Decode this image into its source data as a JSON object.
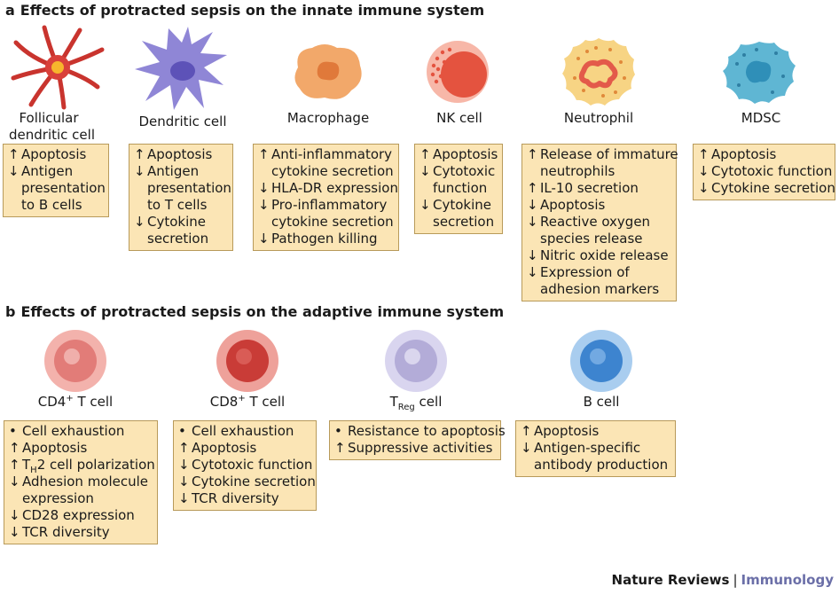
{
  "panel_a": {
    "letter": "a",
    "title": "Effects of protracted sepsis on the innate immune system",
    "cells": [
      {
        "label_lines": [
          "Follicular",
          "dendritic cell"
        ],
        "effects": [
          {
            "sym": "↑",
            "lines": [
              "Apoptosis"
            ]
          },
          {
            "sym": "↓",
            "lines": [
              "Antigen",
              "presentation",
              "to B cells"
            ]
          }
        ]
      },
      {
        "label_lines": [
          "Dendritic cell"
        ],
        "effects": [
          {
            "sym": "↑",
            "lines": [
              "Apoptosis"
            ]
          },
          {
            "sym": "↓",
            "lines": [
              "Antigen",
              "presentation",
              "to T cells"
            ]
          },
          {
            "sym": "↓",
            "lines": [
              "Cytokine",
              "secretion"
            ]
          }
        ]
      },
      {
        "label_lines": [
          "Macrophage"
        ],
        "effects": [
          {
            "sym": "↑",
            "lines": [
              "Anti-inflammatory",
              "cytokine secretion"
            ]
          },
          {
            "sym": "↓",
            "lines": [
              "HLA-DR expression"
            ]
          },
          {
            "sym": "↓",
            "lines": [
              "Pro-inflammatory",
              "cytokine secretion"
            ]
          },
          {
            "sym": "↓",
            "lines": [
              "Pathogen killing"
            ]
          }
        ]
      },
      {
        "label_lines": [
          "NK cell"
        ],
        "effects": [
          {
            "sym": "↑",
            "lines": [
              "Apoptosis"
            ]
          },
          {
            "sym": "↓",
            "lines": [
              "Cytotoxic",
              "function"
            ]
          },
          {
            "sym": "↓",
            "lines": [
              "Cytokine",
              "secretion"
            ]
          }
        ]
      },
      {
        "label_lines": [
          "Neutrophil"
        ],
        "effects": [
          {
            "sym": "↑",
            "lines": [
              "Release of immature",
              "neutrophils"
            ]
          },
          {
            "sym": "↑",
            "lines": [
              "IL-10 secretion"
            ]
          },
          {
            "sym": "↓",
            "lines": [
              "Apoptosis"
            ]
          },
          {
            "sym": "↓",
            "lines": [
              "Reactive oxygen",
              "species release"
            ]
          },
          {
            "sym": "↓",
            "lines": [
              "Nitric oxide release"
            ]
          },
          {
            "sym": "↓",
            "lines": [
              "Expression of",
              "adhesion markers"
            ]
          }
        ]
      },
      {
        "label_lines": [
          "MDSC"
        ],
        "effects": [
          {
            "sym": "↑",
            "lines": [
              "Apoptosis"
            ]
          },
          {
            "sym": "↓",
            "lines": [
              "Cytotoxic function"
            ]
          },
          {
            "sym": "↓",
            "lines": [
              "Cytokine secretion"
            ]
          }
        ]
      }
    ]
  },
  "panel_b": {
    "letter": "b",
    "title": "Effects of protracted sepsis on the adaptive immune system",
    "cells": [
      {
        "label_main": "CD4",
        "label_sup": "+",
        "label_sub": "",
        "label_rest": " T cell",
        "effects": [
          {
            "sym": "•",
            "lines": [
              "Cell exhaustion"
            ]
          },
          {
            "sym": "↑",
            "lines": [
              "Apoptosis"
            ]
          },
          {
            "sym": "↑",
            "lines": [
              "T|H|2 cell polarization"
            ]
          },
          {
            "sym": "↓",
            "lines": [
              "Adhesion molecule",
              "expression"
            ]
          },
          {
            "sym": "↓",
            "lines": [
              "CD28 expression"
            ]
          },
          {
            "sym": "↓",
            "lines": [
              "TCR diversity"
            ]
          }
        ]
      },
      {
        "label_main": "CD8",
        "label_sup": "+",
        "label_sub": "",
        "label_rest": " T cell",
        "effects": [
          {
            "sym": "•",
            "lines": [
              "Cell exhaustion"
            ]
          },
          {
            "sym": "↑",
            "lines": [
              "Apoptosis"
            ]
          },
          {
            "sym": "↓",
            "lines": [
              "Cytotoxic function"
            ]
          },
          {
            "sym": "↓",
            "lines": [
              "Cytokine secretion"
            ]
          },
          {
            "sym": "↓",
            "lines": [
              "TCR diversity"
            ]
          }
        ]
      },
      {
        "label_main": "T",
        "label_sup": "",
        "label_sub": "Reg",
        "label_rest": " cell",
        "effects": [
          {
            "sym": "•",
            "lines": [
              "Resistance to apoptosis"
            ]
          },
          {
            "sym": "↑",
            "lines": [
              "Suppressive activities"
            ]
          }
        ]
      },
      {
        "label_main": "B cell",
        "label_sup": "",
        "label_sub": "",
        "label_rest": "",
        "effects": [
          {
            "sym": "↑",
            "lines": [
              "Apoptosis"
            ]
          },
          {
            "sym": "↓",
            "lines": [
              "Antigen-specific",
              "antibody production"
            ]
          }
        ]
      }
    ]
  },
  "footer": {
    "brand": "Nature Reviews",
    "separator": "|",
    "journal": "Immunology"
  },
  "colors": {
    "box_fill": "#fbe5b5",
    "box_border": "#b89a5a",
    "follicular_dc": "#d9403a",
    "dendritic": "#8f86d6",
    "macrophage": "#f2a86a",
    "nk": "#ec6a5a",
    "neutrophil": "#f5c66a",
    "mdsc": "#5fb6d3",
    "cd4": "#e27c78",
    "cd8": "#c93c37",
    "treg": "#b3acd8",
    "bcell": "#3d84cf",
    "journal": "#6b6fa8"
  }
}
